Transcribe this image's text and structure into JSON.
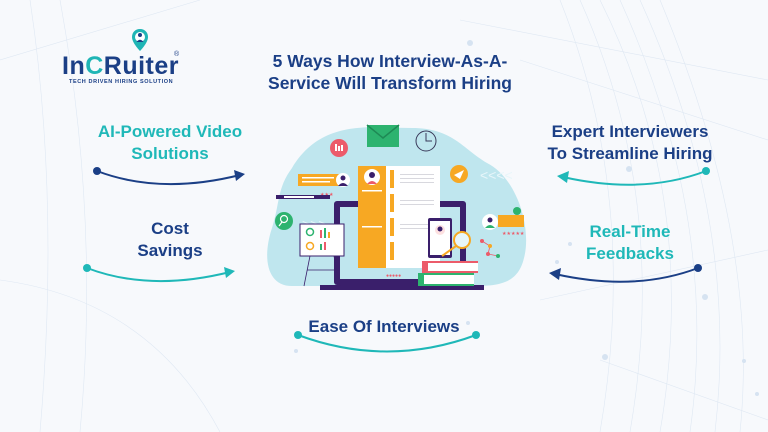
{
  "logo": {
    "brand_part1": "In",
    "brand_c": "C",
    "brand_part2": "Ruiter",
    "registered": "®",
    "tagline": "TECH DRIVEN HIRING SOLUTION"
  },
  "title": {
    "line1": "5 Ways How Interview-As-A-",
    "line2": "Service Will Transform Hiring"
  },
  "features": [
    {
      "line1": "AI-Powered Video",
      "line2": "Solutions",
      "color": "#1fb8b8",
      "arrow_color": "#1b3f86"
    },
    {
      "line1": "Cost",
      "line2": "Savings",
      "color": "#1b3f86",
      "arrow_color": "#1fb8b8"
    },
    {
      "line1": "Ease Of Interviews",
      "line2": "",
      "color": "#1b3f86",
      "arrow_color": "#1fb8b8"
    },
    {
      "line1": "Expert Interviewers",
      "line2": "To Streamline Hiring",
      "color": "#1b3f86",
      "arrow_color": "#1fb8b8"
    },
    {
      "line1": "Real-Time",
      "line2": "Feedbacks",
      "color": "#1fb8b8",
      "arrow_color": "#1b3f86"
    }
  ],
  "colors": {
    "navy": "#1b3f86",
    "teal": "#1fb8b8",
    "blob": "#bfe6ee",
    "orange": "#f7a823",
    "green": "#2db36f",
    "red": "#ec5b6a",
    "purple": "#3a1f6b"
  }
}
